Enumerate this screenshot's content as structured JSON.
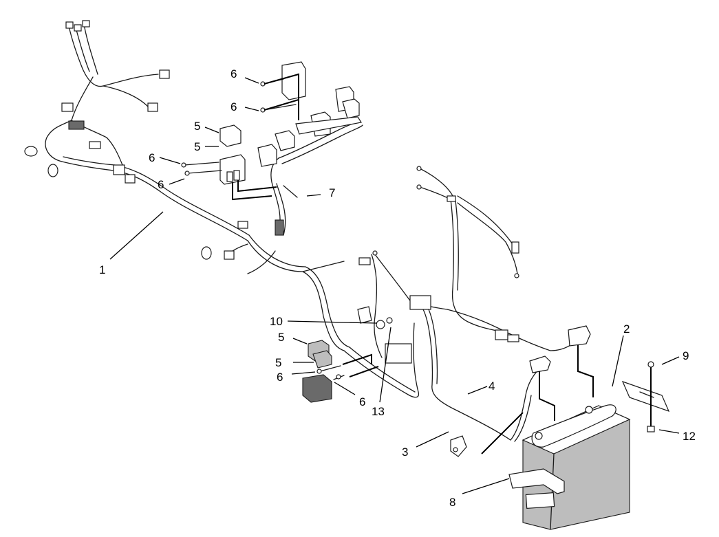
{
  "callouts": {
    "c1": "1",
    "c2": "2",
    "c3": "3",
    "c4": "4",
    "c5a": "5",
    "c5b": "5",
    "c5c": "5",
    "c5d": "5",
    "c6a": "6",
    "c6b": "6",
    "c6c": "6",
    "c6d": "6",
    "c6e": "6",
    "c6f": "6",
    "c7": "7",
    "c8": "8",
    "c9": "9",
    "c10": "10",
    "c12": "12",
    "c13": "13"
  },
  "colors": {
    "line": "#1a1a1a",
    "battery_fill": "#c8c8c8",
    "relay_dark": "#6a6a6a"
  }
}
